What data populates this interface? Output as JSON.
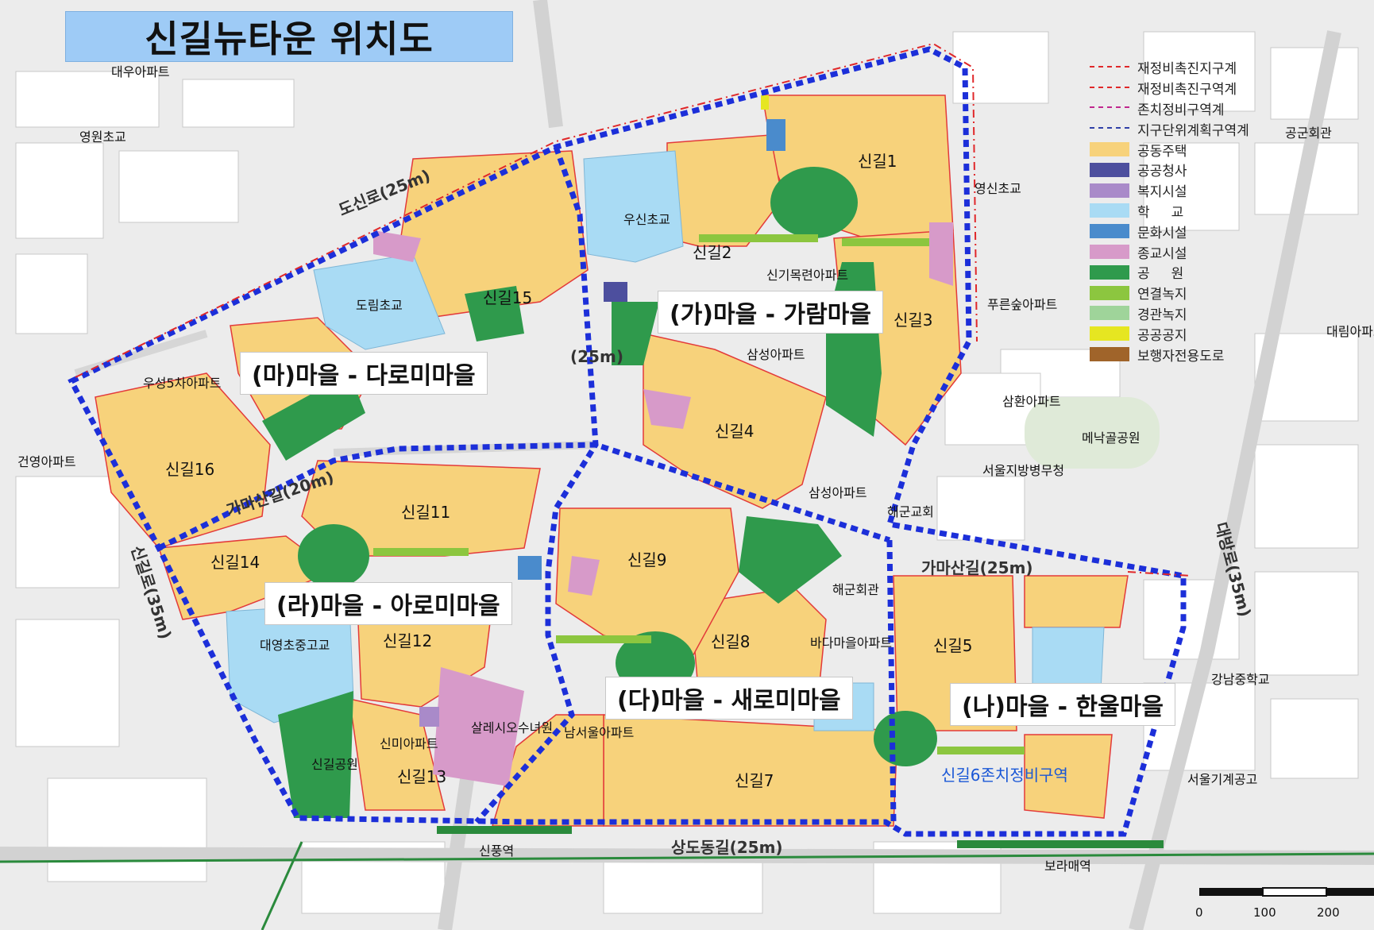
{
  "title": "신길뉴타운 위치도",
  "colors": {
    "housing": "#f7d27b",
    "school": "#a9dbf4",
    "park": "#2f9a4c",
    "religious": "#d79ac9",
    "welfare": "#a98ac9",
    "public_office": "#4d4f9e",
    "culture": "#4a8bcc",
    "connect_green": "#8cc63f",
    "boundary_blue": "#1c2fd9",
    "boundary_red": "#e0282a"
  },
  "villages": [
    {
      "label": "(가)마을 - 가람마을"
    },
    {
      "label": "(나)마을 - 한울마을"
    },
    {
      "label": "(다)마을 - 새로미마을"
    },
    {
      "label": "(라)마을 - 아로미마을"
    },
    {
      "label": "(마)마을 - 다로미마을"
    }
  ],
  "districts": [
    "신길1",
    "신길2",
    "신길3",
    "신길4",
    "신길5",
    "신길7",
    "신길8",
    "신길9",
    "신길11",
    "신길12",
    "신길13",
    "신길14",
    "신길15",
    "신길16",
    "신길6존치정비구역"
  ],
  "places": [
    "대우아파트",
    "영원초교",
    "도림초교",
    "우신초교",
    "영신초교",
    "공군회관",
    "푸른숲아파트",
    "삼성아파트",
    "삼성아파트",
    "삼환아파트",
    "메낙골공원",
    "서울지방병무청",
    "해군교회",
    "해군회관",
    "바다마을아파트",
    "대림아파트",
    "강남중학교",
    "서울기계공고",
    "보라매역",
    "신풍역",
    "대영초중고교",
    "살레시오수녀원",
    "신미아파트",
    "신길공원",
    "남서울아파트",
    "우성5차아파트",
    "건영아파트",
    "신기목련아파트"
  ],
  "roads": [
    "도신로(25m)",
    "가마산길(25m)",
    "가마산길(20m)",
    "상도동길(25m)",
    "대방로(35m)",
    "신길로(35m)",
    "(25m)"
  ],
  "legend": [
    {
      "label": "재정비촉진지구계",
      "style": "dashdot-red"
    },
    {
      "label": "재정비촉진구역계",
      "style": "dash-red"
    },
    {
      "label": "존치정비구역계",
      "style": "dash-magenta"
    },
    {
      "label": "지구단위계획구역계",
      "style": "dash-blue"
    },
    {
      "label": "공동주택",
      "color": "#f7d27b"
    },
    {
      "label": "공공청사",
      "color": "#4d4f9e"
    },
    {
      "label": "복지시설",
      "color": "#a98ac9"
    },
    {
      "label": "학     교",
      "color": "#a9dbf4"
    },
    {
      "label": "문화시설",
      "color": "#4a8bcc"
    },
    {
      "label": "종교시설",
      "color": "#d79ac9"
    },
    {
      "label": "공     원",
      "color": "#2f9a4c"
    },
    {
      "label": "연결녹지",
      "color": "#8cc63f"
    },
    {
      "label": "경관녹지",
      "color": "#9fd49a"
    },
    {
      "label": "공공공지",
      "color": "#e6e621"
    },
    {
      "label": "보행자전용도로",
      "color": "#a0642a"
    }
  ],
  "scale": {
    "ticks": [
      "0",
      "100",
      "200"
    ]
  }
}
